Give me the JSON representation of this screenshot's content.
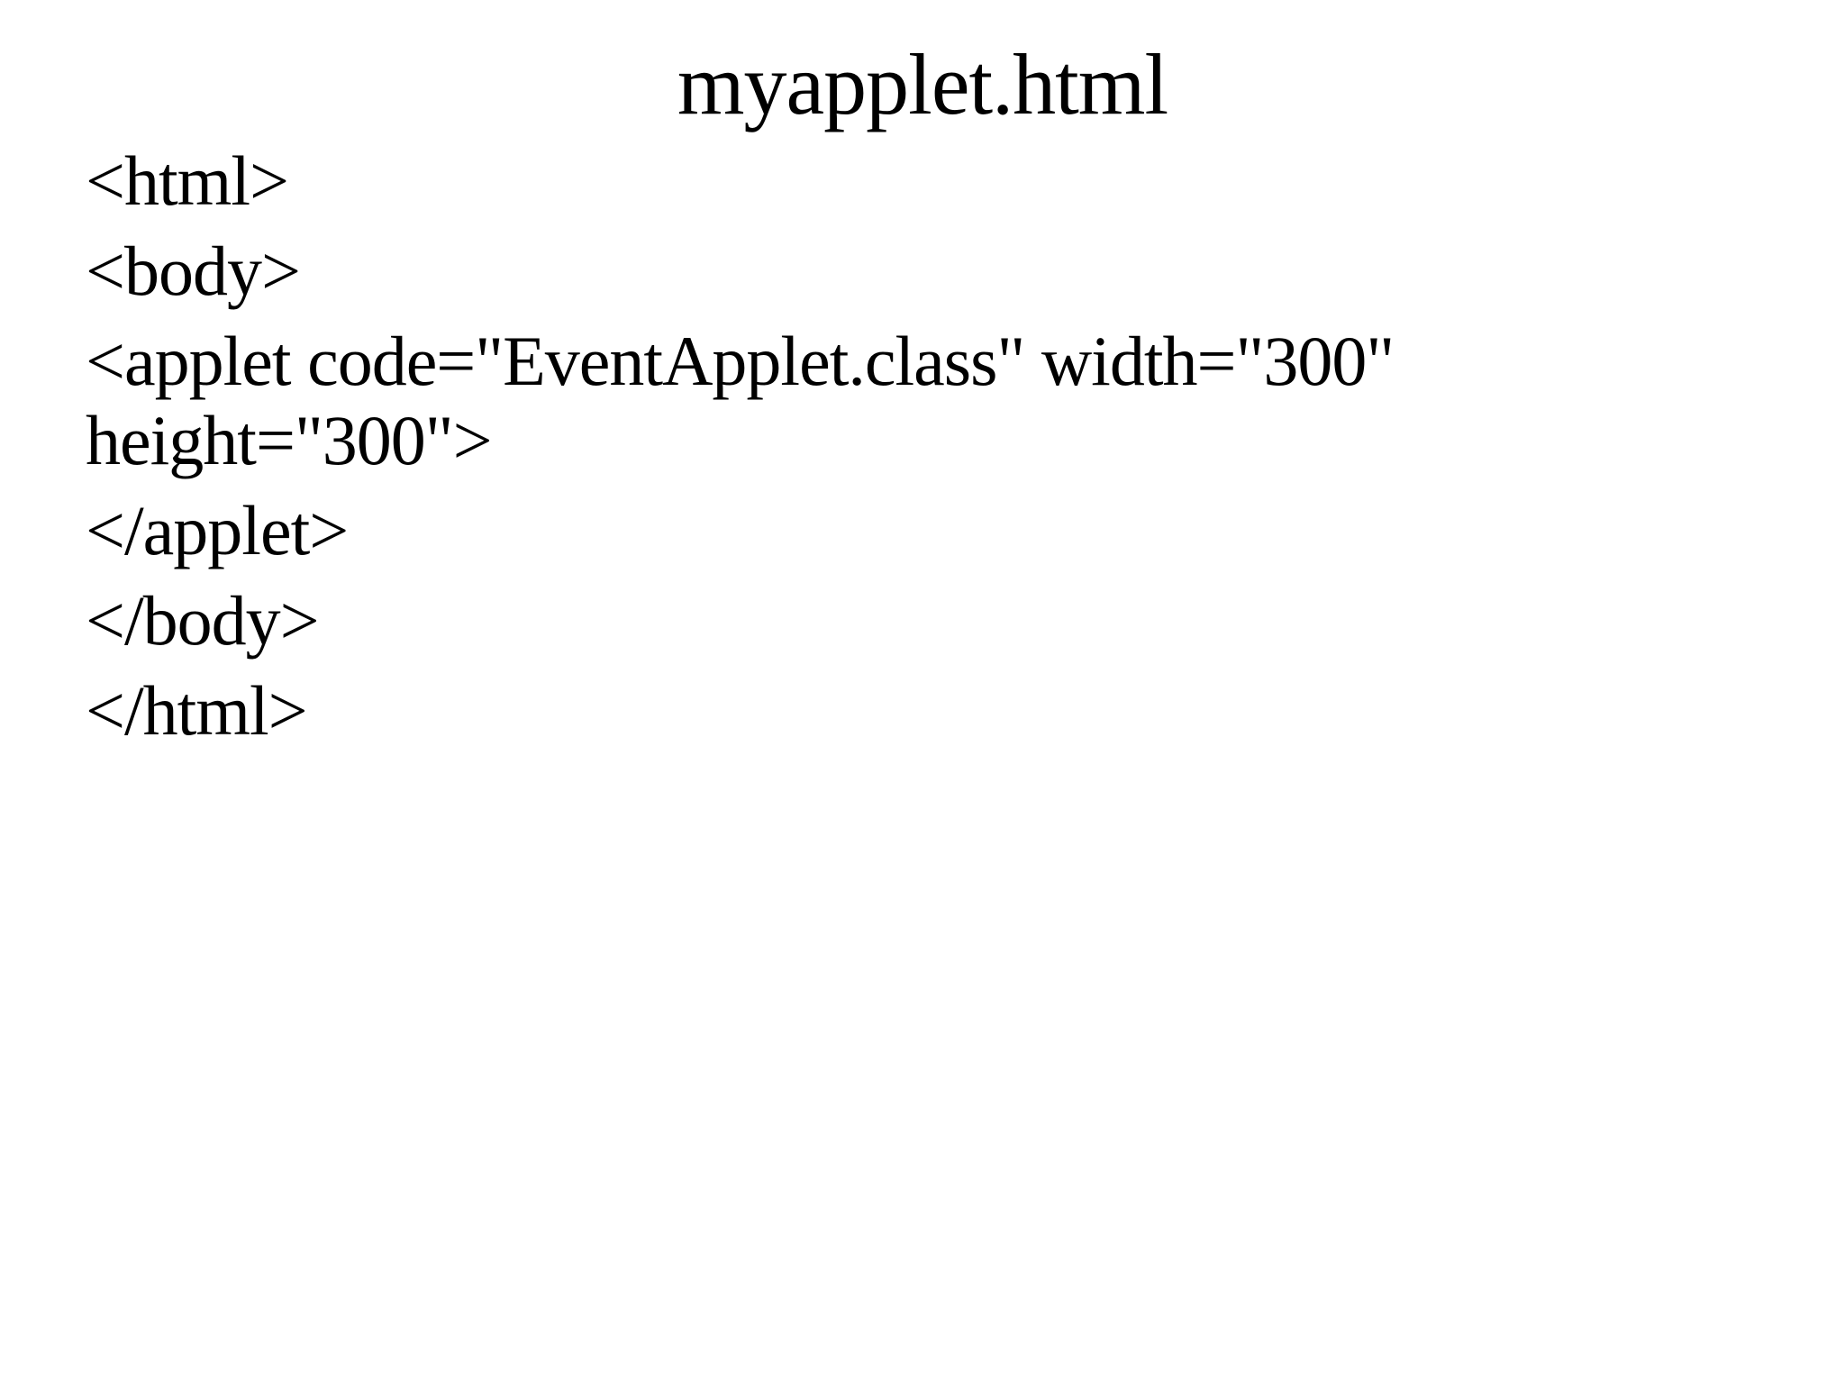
{
  "slide": {
    "title": "myapplet.html",
    "code_lines": [
      "<html>",
      "<body>",
      "<applet code=\"EventApplet.class\" width=\"300\"",
      "height=\"300\">",
      "</applet>",
      "</body>",
      "</html>"
    ]
  }
}
